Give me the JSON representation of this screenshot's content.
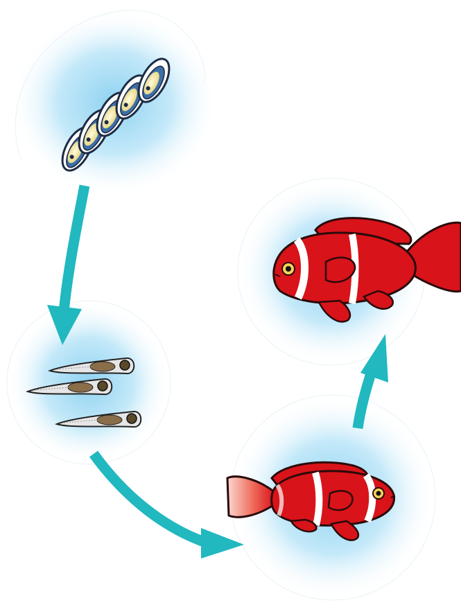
{
  "diagram": {
    "stages": [
      {
        "id": "eggs",
        "icon": "egg-cluster-icon"
      },
      {
        "id": "larvae",
        "icon": "larva-icon"
      },
      {
        "id": "juvenile",
        "icon": "juvenile-fish-icon"
      },
      {
        "id": "adult",
        "icon": "adult-fish-icon"
      }
    ],
    "arrows": [
      {
        "from": "eggs",
        "to": "larvae"
      },
      {
        "from": "larvae",
        "to": "juvenile"
      },
      {
        "from": "juvenile",
        "to": "adult"
      }
    ]
  },
  "colors": {
    "arrow": "#21b8bf",
    "halo_inner": "#a8dcf4",
    "halo_outer": "#ffffff",
    "fish_body": "#d8131a",
    "fish_stripe": "#ffffff",
    "fish_outline": "#2a0a0a",
    "egg_shell": "#3d6fa8",
    "egg_yolk": "#f4e9a8",
    "larva_body": "#e6e6e6",
    "larva_gut": "#8a6e4a"
  }
}
